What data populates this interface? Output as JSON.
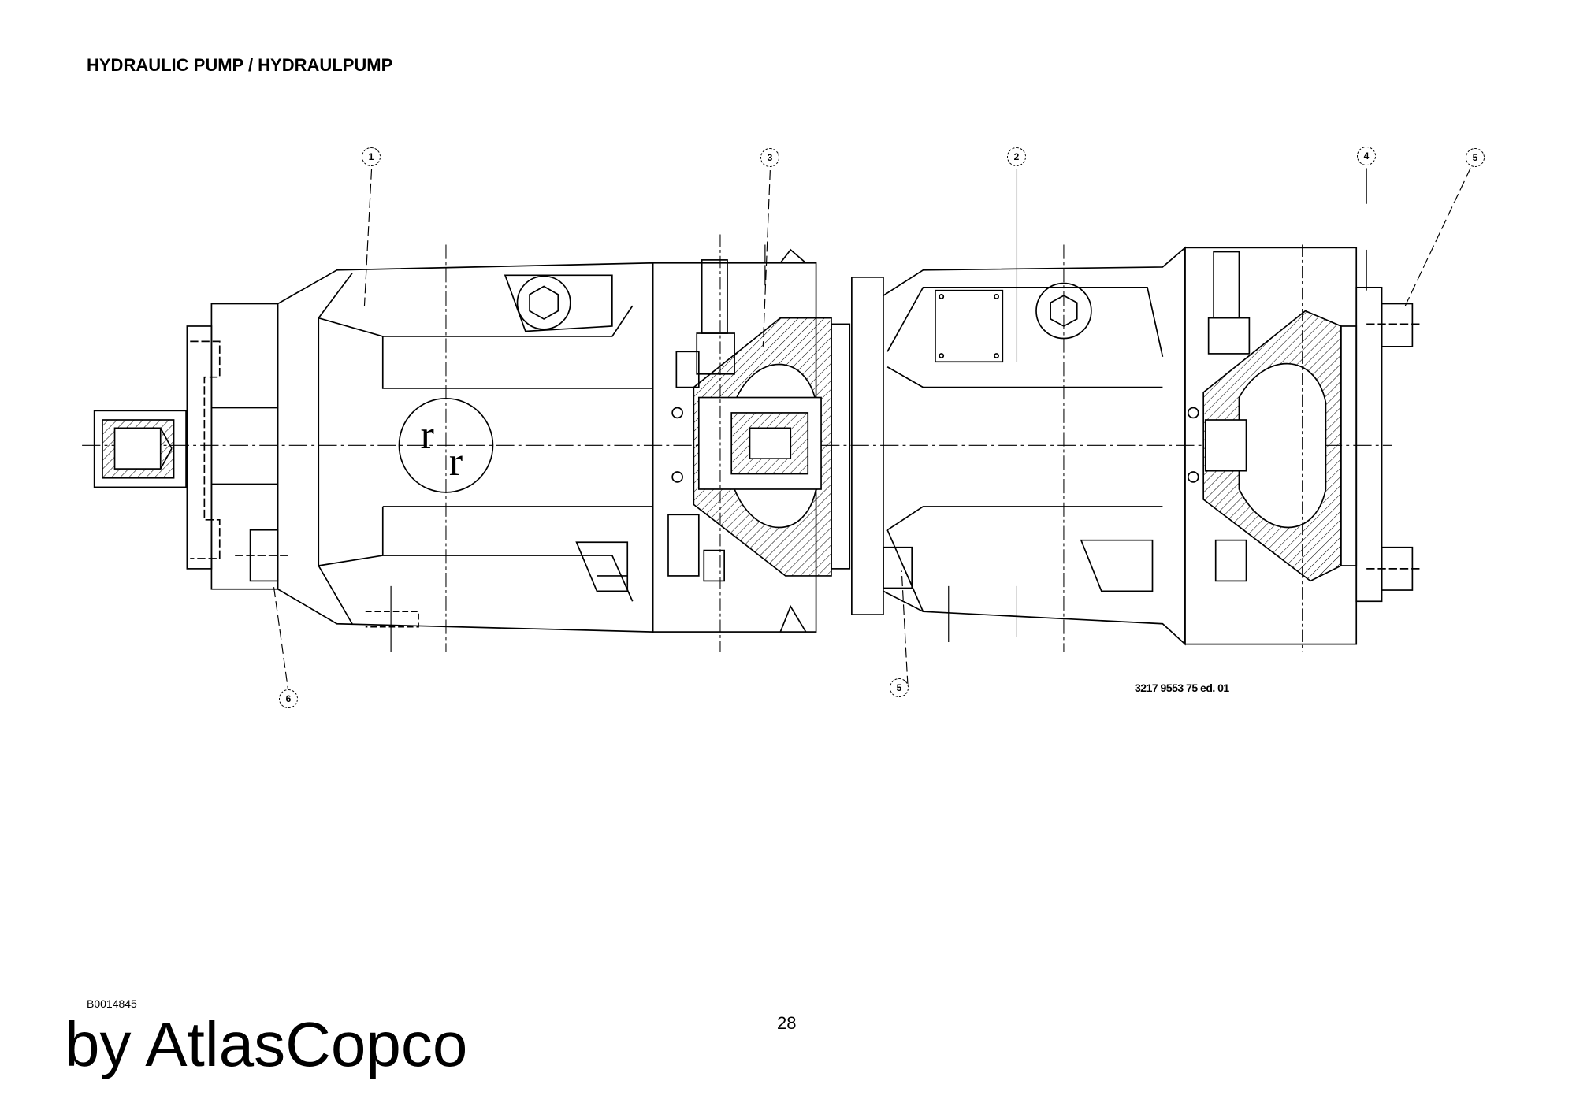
{
  "header": {
    "title": "HYDRAULIC PUMP / HYDRAULPUMP"
  },
  "drawing": {
    "part_number": "3217 9553 75 ed. 01",
    "callouts": [
      "1",
      "3",
      "2",
      "4",
      "5",
      "6",
      "5"
    ],
    "logo_text": "rr"
  },
  "footer": {
    "document_id": "B0014845",
    "brand": "by AtlasCopco",
    "page_number": "28"
  }
}
